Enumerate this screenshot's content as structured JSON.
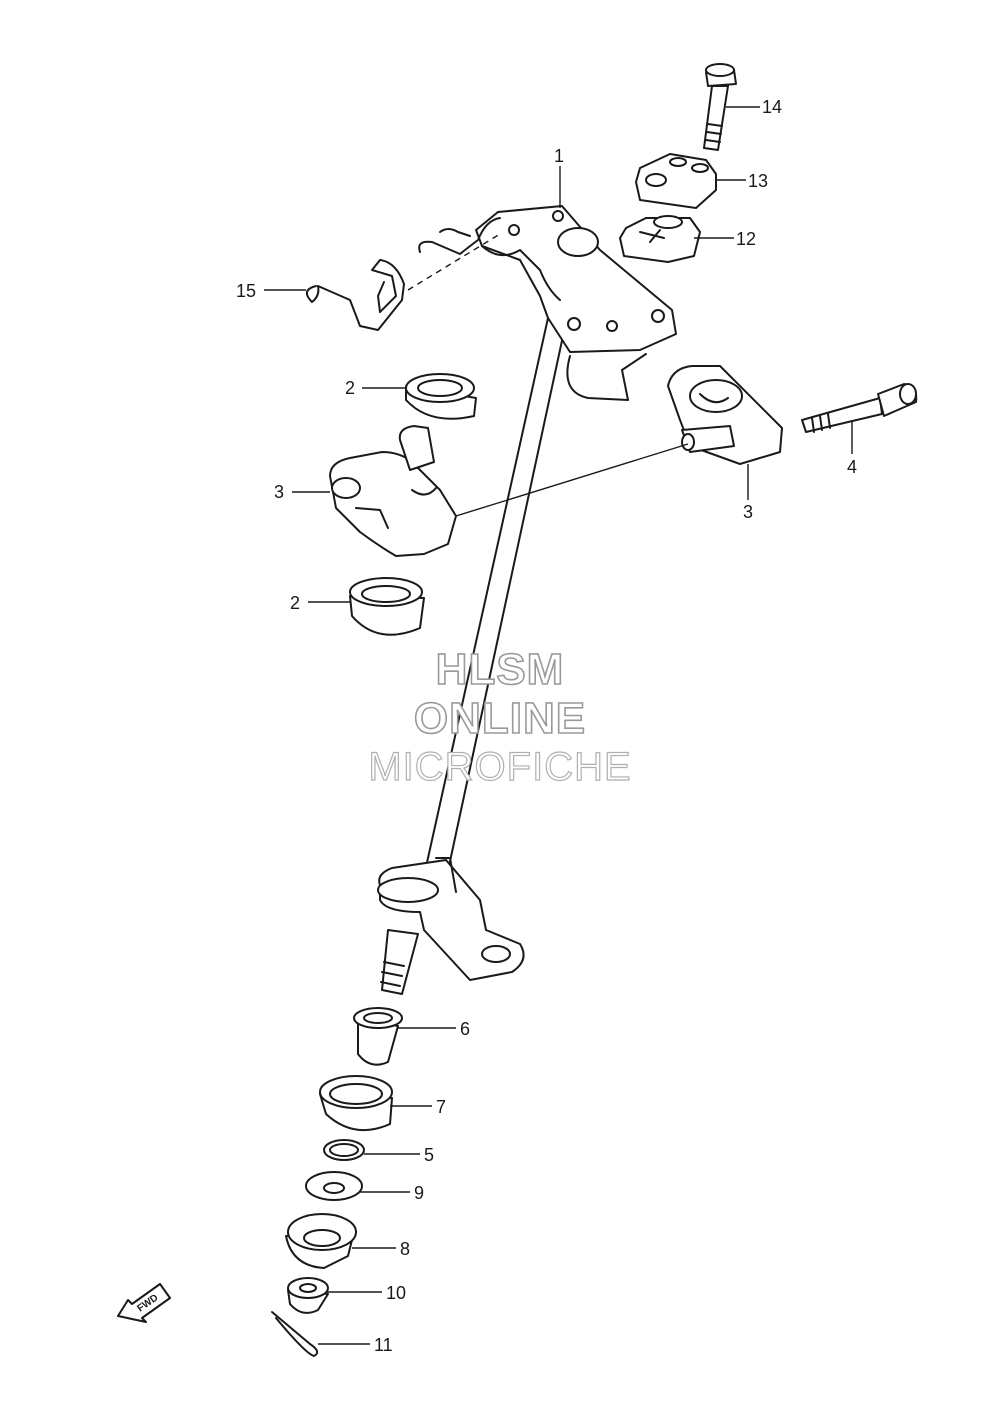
{
  "watermark": {
    "line1": "HLSM",
    "line2": "ONLINE",
    "line3": "MICROFICHE"
  },
  "fwd_arrow_label": "FWD",
  "callouts": {
    "c1": "1",
    "c2a": "2",
    "c2b": "2",
    "c3a": "3",
    "c3b": "3",
    "c4": "4",
    "c5": "5",
    "c6": "6",
    "c7": "7",
    "c8": "8",
    "c9": "9",
    "c10": "10",
    "c11": "11",
    "c12": "12",
    "c13": "13",
    "c14": "14",
    "c15": "15"
  }
}
